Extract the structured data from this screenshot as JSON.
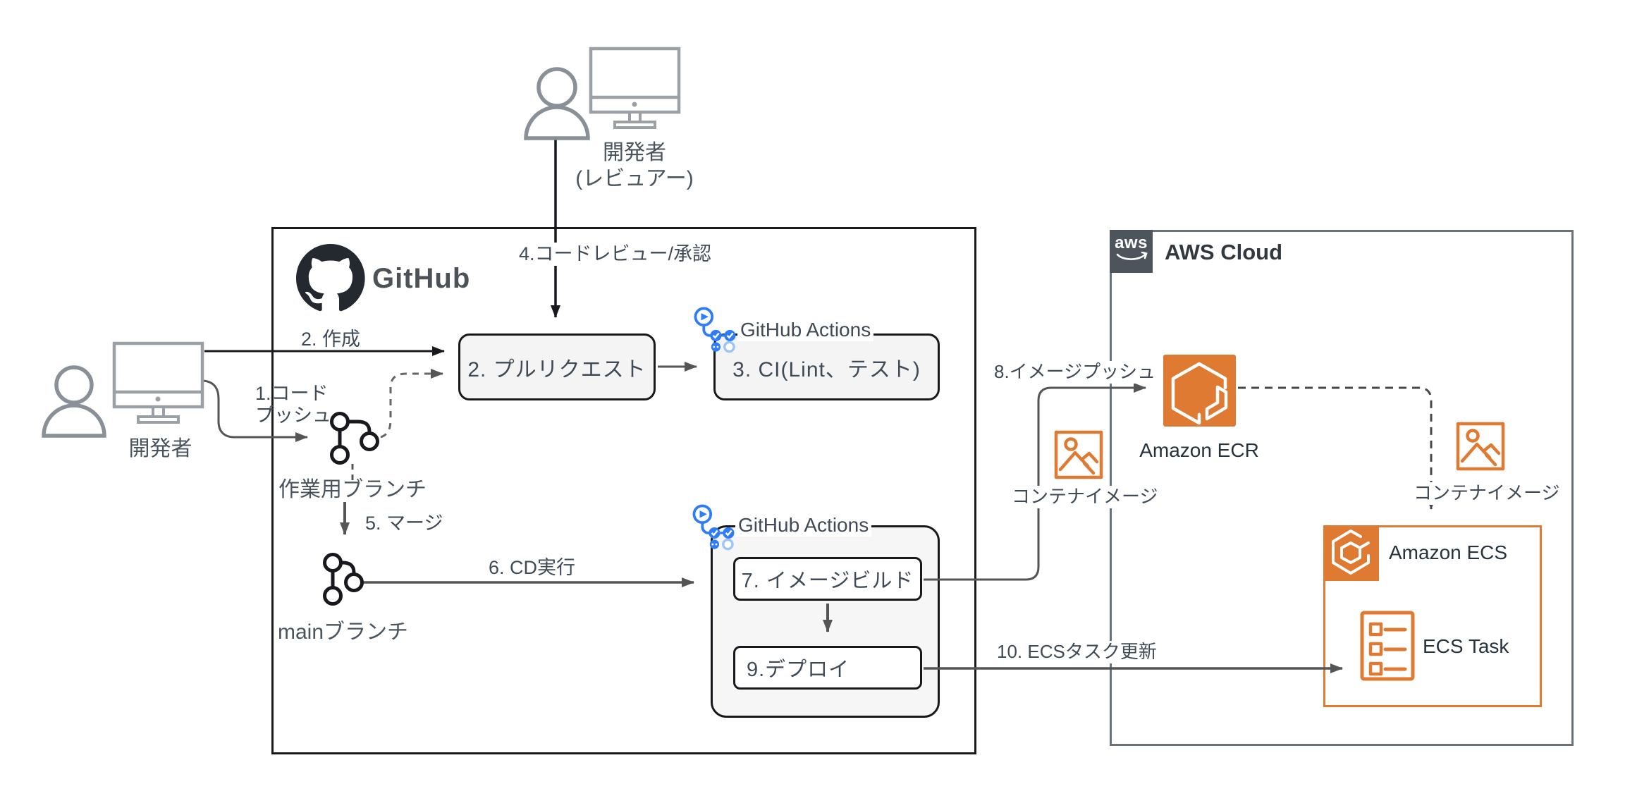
{
  "diagram_title": "GitHub to AWS ECS CI/CD pipeline",
  "colors": {
    "orange": "#df7a32",
    "actions_blue": "#2f7df6",
    "actions_blue_light": "#9cc3fb",
    "github_dark": "#24292f",
    "aws_badge_bg": "#4d545c",
    "line_gray": "#555555",
    "line_black": "#17191d"
  },
  "reviewer": {
    "name": "開発者",
    "role": "(レビュアー)"
  },
  "developer": {
    "name": "開発者"
  },
  "github": {
    "title": "GitHub",
    "pull_request": "2. プルリクエスト",
    "actions_label": "GitHub Actions",
    "ci_box": "3. CI(Lint、テスト)",
    "work_branch": "作業用ブランチ",
    "main_branch": "mainブランチ",
    "build_box": "7. イメージビルド",
    "deploy_box": "9.デプロイ"
  },
  "steps": {
    "s1_line1": "1.コード",
    "s1_line2": "プッシュ",
    "s2": "2. 作成",
    "s4": "4.コードレビュー/承認",
    "s5": "5. マージ",
    "s6": "6. CD実行",
    "s8": "8.イメージプッシュ",
    "s10": "10. ECSタスク更新"
  },
  "aws": {
    "badge": "aws",
    "title": "AWS Cloud",
    "ecr": "Amazon ECR",
    "ecs": "Amazon ECS",
    "ecs_task": "ECS Task",
    "container_image": "コンテナイメージ"
  }
}
